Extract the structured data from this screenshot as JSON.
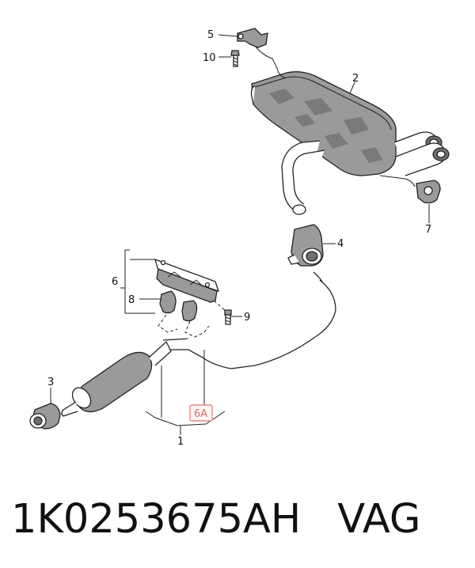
{
  "callouts": {
    "c1": "1",
    "c2": "2",
    "c3": "3",
    "c4": "4",
    "c5": "5",
    "c6": "6",
    "c6a": "6A",
    "c7": "7",
    "c8": "8",
    "c9": "9",
    "c10": "10"
  },
  "footer": {
    "part_number": "1K0253675AH",
    "brand": "VAG"
  },
  "colors": {
    "highlight_box": "#e88a8a",
    "highlight_text": "#d46a6a",
    "metal": "#9a9a9a"
  }
}
